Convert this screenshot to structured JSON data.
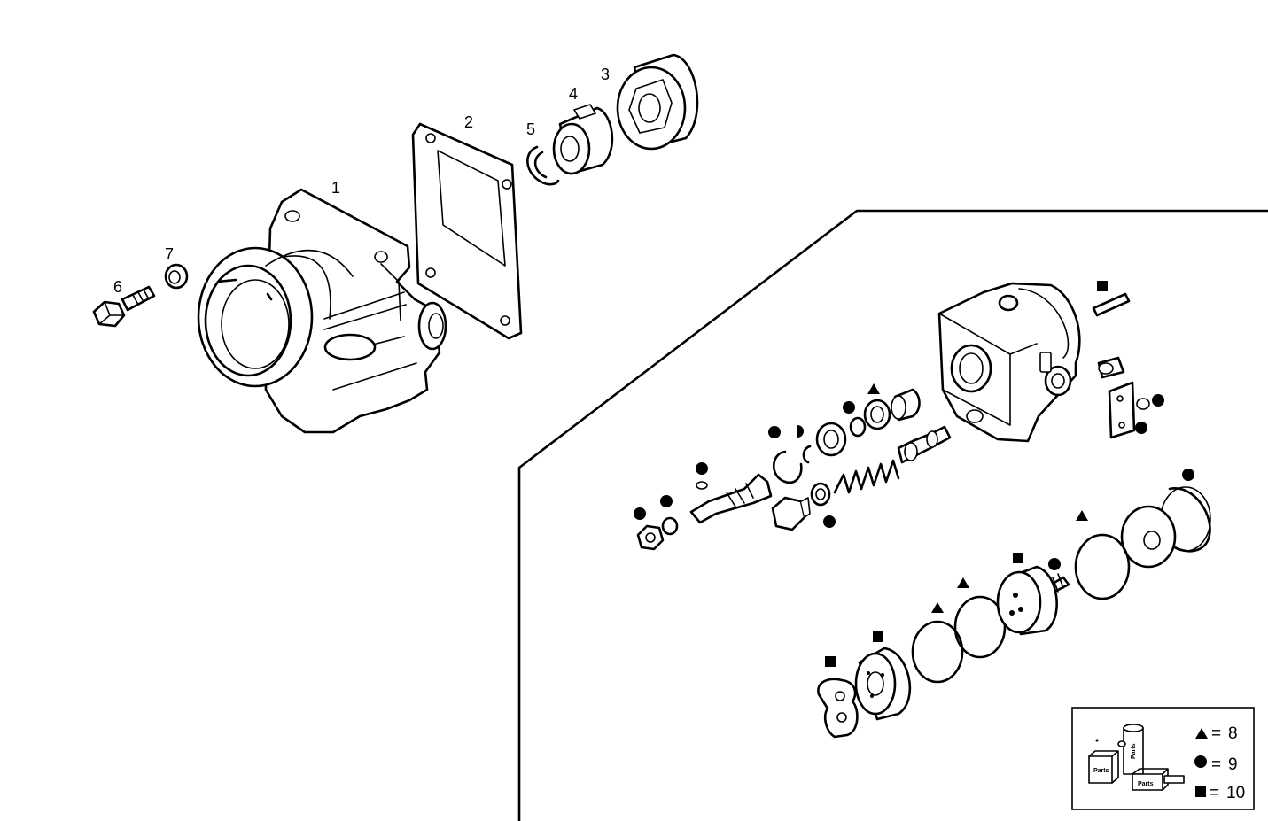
{
  "callouts": [
    {
      "id": "p1",
      "label": "1"
    },
    {
      "id": "p2",
      "label": "2"
    },
    {
      "id": "p3",
      "label": "3"
    },
    {
      "id": "p4",
      "label": "4"
    },
    {
      "id": "p5",
      "label": "5"
    },
    {
      "id": "p6",
      "label": "6"
    },
    {
      "id": "p7",
      "label": "7"
    }
  ],
  "legend": {
    "triangle": {
      "symbol": "▲",
      "sep": "=",
      "value": "8"
    },
    "circle": {
      "symbol": "●",
      "sep": "=",
      "value": "9"
    },
    "square": {
      "symbol": "■",
      "sep": "=",
      "value": "10"
    }
  },
  "kit_labels": {
    "k1": "Parts",
    "k2": "Parts",
    "k3": "Parts"
  },
  "icons": [
    "triangle-marker-icon",
    "circle-marker-icon",
    "square-marker-icon"
  ]
}
